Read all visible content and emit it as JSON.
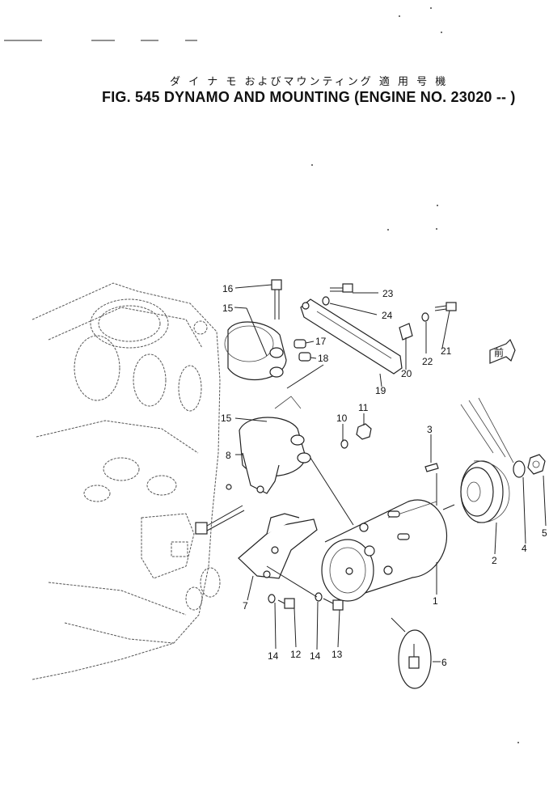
{
  "title_jp": "ダ イ ナ モ およびマウンティング 適 用 号 機",
  "title_en": "FIG. 545  DYNAMO AND MOUNTING (ENGINE NO. 23020 -- )",
  "callouts": [
    {
      "id": "c1",
      "label": "1"
    },
    {
      "id": "c2",
      "label": "2"
    },
    {
      "id": "c3",
      "label": "3"
    },
    {
      "id": "c4",
      "label": "4"
    },
    {
      "id": "c5",
      "label": "5"
    },
    {
      "id": "c6",
      "label": "6"
    },
    {
      "id": "c7",
      "label": "7"
    },
    {
      "id": "c8",
      "label": "8"
    },
    {
      "id": "c10",
      "label": "10"
    },
    {
      "id": "c11",
      "label": "11"
    },
    {
      "id": "c12",
      "label": "12"
    },
    {
      "id": "c13",
      "label": "13"
    },
    {
      "id": "c14a",
      "label": "14"
    },
    {
      "id": "c14b",
      "label": "14"
    },
    {
      "id": "c15a",
      "label": "15"
    },
    {
      "id": "c15b",
      "label": "15"
    },
    {
      "id": "c16",
      "label": "16"
    },
    {
      "id": "c17",
      "label": "17"
    },
    {
      "id": "c18",
      "label": "18"
    },
    {
      "id": "c19",
      "label": "19"
    },
    {
      "id": "c20",
      "label": "20"
    },
    {
      "id": "c21",
      "label": "21"
    },
    {
      "id": "c22",
      "label": "22"
    },
    {
      "id": "c23",
      "label": "23"
    },
    {
      "id": "c24",
      "label": "24"
    }
  ],
  "front_arrow_text": "前"
}
